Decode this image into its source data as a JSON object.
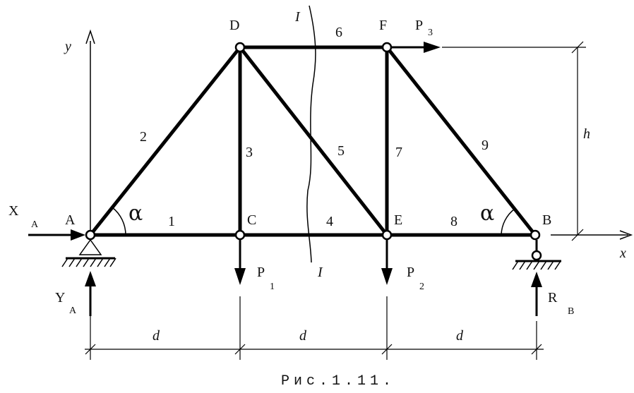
{
  "nodes": {
    "A": "A",
    "B": "B",
    "C": "C",
    "D": "D",
    "E": "E",
    "F": "F"
  },
  "members": [
    "1",
    "2",
    "3",
    "4",
    "5",
    "6",
    "7",
    "8",
    "9"
  ],
  "loads": {
    "P1": {
      "main": "P",
      "sub": "1"
    },
    "P2": {
      "main": "P",
      "sub": "2"
    },
    "P3": {
      "main": "P",
      "sub": "3"
    }
  },
  "reactions": {
    "XA": {
      "main": "X",
      "sub": "A"
    },
    "YA": {
      "main": "Y",
      "sub": "A"
    },
    "RB": {
      "main": "R",
      "sub": "B"
    }
  },
  "axes": {
    "x": "x",
    "y": "y"
  },
  "angle": "α",
  "section": {
    "top": "I",
    "bottom": "I"
  },
  "dims": {
    "d1": "d",
    "d2": "d",
    "d3": "d",
    "h": "h"
  },
  "caption": "Рис.1.11."
}
